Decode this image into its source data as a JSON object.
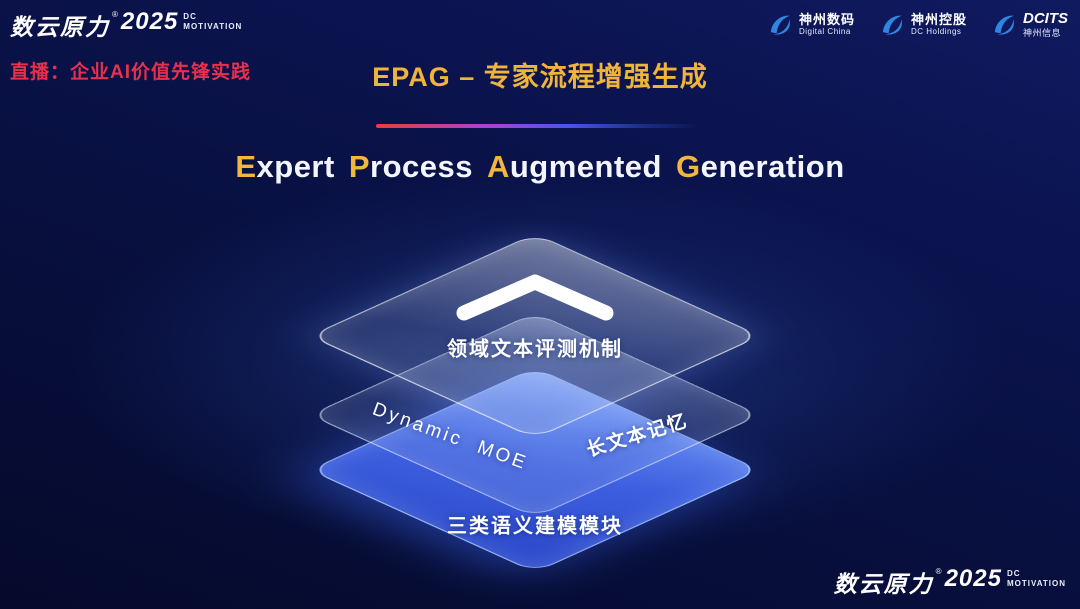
{
  "colors": {
    "background_navy": "#0a1348",
    "accent_gold": "#f2b63c",
    "live_red": "#e6304e",
    "layer_blue": "#4266ec",
    "logo_blue": "#2e86e0",
    "divider_red": "#ee3b3b"
  },
  "brand": {
    "name": "数云原力",
    "reg": "®",
    "year": "2025",
    "sub_line1": "DC",
    "sub_line2": "MOTIVATION"
  },
  "header": {
    "live_label": "直播：企业AI价值先锋实践",
    "title": "EPAG – 专家流程增强生成",
    "partner_logos": [
      {
        "name": "神州数码",
        "subtitle": "Digital China"
      },
      {
        "name": "神州控股",
        "subtitle": "DC Holdings"
      },
      {
        "name": "DCITS",
        "subtitle": "神州信息"
      }
    ]
  },
  "subtitle": {
    "words": [
      {
        "initial": "E",
        "rest": "xpert"
      },
      {
        "initial": "P",
        "rest": "rocess"
      },
      {
        "initial": "A",
        "rest": "ugmented"
      },
      {
        "initial": "G",
        "rest": "eneration"
      }
    ]
  },
  "diagram": {
    "type": "layered-stack",
    "layers": [
      {
        "id": "top",
        "icon": "chevron-up-icon",
        "label": "领域文本评测机制"
      },
      {
        "id": "middle",
        "label_left": "Dynamic  MOE",
        "label_right": "长文本记忆"
      },
      {
        "id": "bottom",
        "label": "三类语义建模模块"
      }
    ]
  },
  "footer": {
    "name": "数云原力",
    "reg": "®",
    "year": "2025",
    "sub_line1": "DC",
    "sub_line2": "MOTIVATION"
  }
}
